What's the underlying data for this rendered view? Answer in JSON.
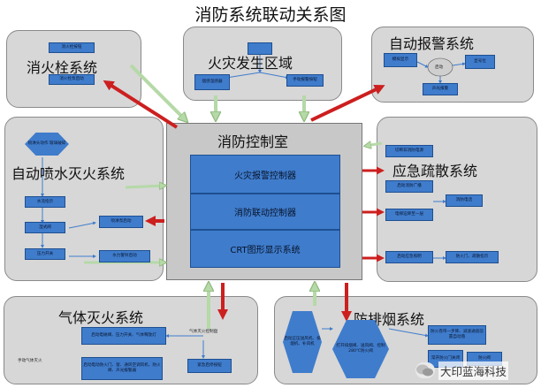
{
  "title": "消防系统联动关系图",
  "colors": {
    "panel": "#d7d7d7",
    "blue": "#3f7ccc",
    "red_arrow": "#cc1f1f",
    "green_arrow": "#b5d9a7"
  },
  "center": {
    "title": "消防控制室",
    "fire_alarm": "火灾报警控制器",
    "linkage": "消防联动控制器",
    "crt": "CRT图形显示系统"
  },
  "hydrant": {
    "title": "消火栓系统",
    "b1": "消火栓按钮",
    "b2": "消火栓泵启动"
  },
  "fire_area": {
    "title": "火灾发生区域",
    "b0": "",
    "b1": "烟感温感器",
    "b2": "手动报警按钮"
  },
  "auto_alarm": {
    "title": "自动报警系统",
    "b1": "模拟显示",
    "e1": "启动",
    "b2": "显号位",
    "b3": "声光报警"
  },
  "sprinkler": {
    "title": "自动喷水灭火系统",
    "h1": "喷淋头动作 玻璃破碎",
    "b1": "水流指示",
    "b2": "湿式阀",
    "b3": "压力开关",
    "b4": "喷淋泵启动",
    "b5": "水力警铃启动"
  },
  "evac": {
    "title": "应急疏散系统",
    "b1": "切断非消防电源",
    "b2": "启动消防广播",
    "b3": "电梯迫降至一层",
    "b4": "消防电话",
    "b5": "启动应急照明",
    "b6": "防火门、疏散指示"
  },
  "gas": {
    "title": "气体灭火系统",
    "left_note": "手动气体灭火",
    "center_note": "气体灭火控制盘",
    "b1": "启动电磁阀、压力开关、气体释放灯",
    "b2": "启动电动防火门、窗、通风空调风机、防火阀、声光报警器",
    "b3": "紧急启停按钮"
  },
  "smoke": {
    "title": "防排烟系统",
    "h1": "启动正压送风机、排烟机、补风机",
    "h2": "打开排烟阀、送风阀、控制280℃防火阀",
    "b1": "防火卷帘一步降、减速通道前置自动落",
    "b2": "常开防火门关闭",
    "b3": "防火阀"
  },
  "watermark": {
    "text": "大印蓝海科技",
    "icon": "wechat-icon"
  }
}
